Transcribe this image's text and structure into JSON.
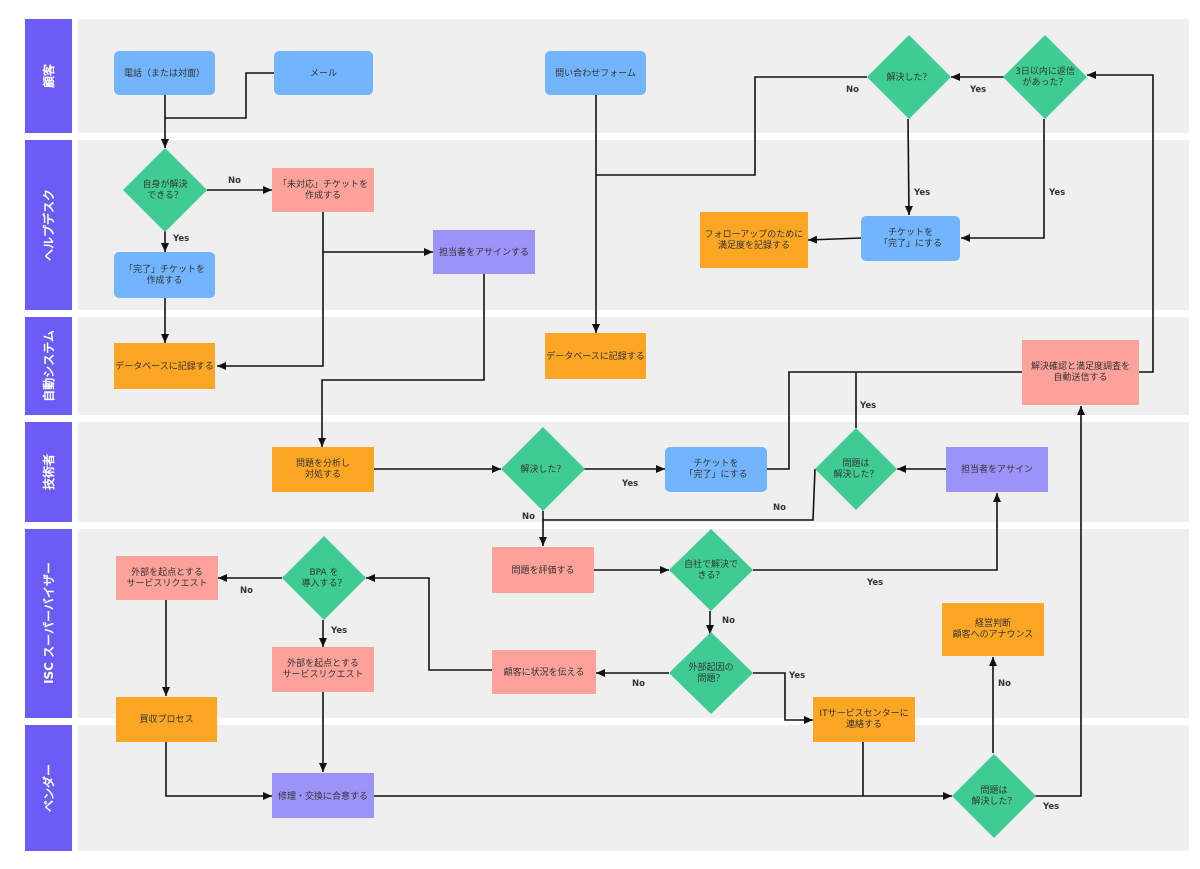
{
  "colors": {
    "lane_header": "#6b5cf6",
    "lane_bg": "#efefef",
    "blue": "#73b4ff",
    "green": "#3ecc93",
    "salmon": "#fda29a",
    "orange": "#fca624",
    "purple": "#9b93f7",
    "line": "#111111"
  },
  "lanes": [
    {
      "label": "顧客"
    },
    {
      "label": "ヘルプデスク"
    },
    {
      "label": "自動システム"
    },
    {
      "label": "技術者"
    },
    {
      "label": "ISC スーパーバイザー"
    },
    {
      "label": "ベンダー"
    }
  ],
  "nodes": {
    "phone": "電話（または対面）",
    "mail": "メール",
    "form": "問い合わせフォーム",
    "resolved_customer": "解決した？",
    "reply_3days": "3日以内に返信 があった？",
    "self_resolve": "自身が解決 できる？",
    "unhandled_ticket": "「未対応」チケットを 作成する",
    "assign_helpdesk": "担当者をアサインする",
    "done_ticket_helpdesk": "「完了」チケットを 作成する",
    "record_satisfaction": "フォローアップのために 満足度を記録する",
    "ticket_done_helpdesk": "チケットを 「完了」にする",
    "db_left": "データベースに記録する",
    "db_center": "データベースに記録する",
    "auto_send": "解決確認と満足度調査を 自動送信する",
    "analyze": "問題を分析し 対処する",
    "resolved_tech": "解決した？",
    "ticket_done_tech": "チケットを 「完了」にする",
    "problem_resolved_tech": "問題は 解決した？",
    "assign_tech": "担当者をアサイン",
    "external_sr_left": "外部を起点とする サービスリクエスト",
    "bpa": "BPA を 導入する？",
    "evaluate": "問題を評価する",
    "inhouse": "自社で解決で きる？",
    "external_sr_mid": "外部を起点とする サービスリクエスト",
    "inform_customer": "顧客に状況を伝える",
    "external_cause": "外部起因の 問題？",
    "exec_decision": "経営判断 顧客へのアナウンス",
    "it_service": "ITサービスセンターに 連絡する",
    "purchase": "買収プロセス",
    "repair": "修理・交換に合意する",
    "problem_resolved_vendor": "問題は 解決した？"
  },
  "edge_labels": {
    "no_customer": "No",
    "yes_reply": "Yes",
    "yes_resolved": "Yes",
    "yes_reply_down": "Yes",
    "no_self": "No",
    "yes_self": "Yes",
    "yes_tech": "Yes",
    "no_tech": "No",
    "yes_problem_tech": "Yes",
    "no_problem_tech": "No",
    "yes_inhouse": "Yes",
    "no_inhouse": "No",
    "no_bpa": "No",
    "yes_bpa": "Yes",
    "no_external": "No",
    "yes_external": "Yes",
    "no_vendor": "No",
    "yes_vendor": "Yes"
  }
}
